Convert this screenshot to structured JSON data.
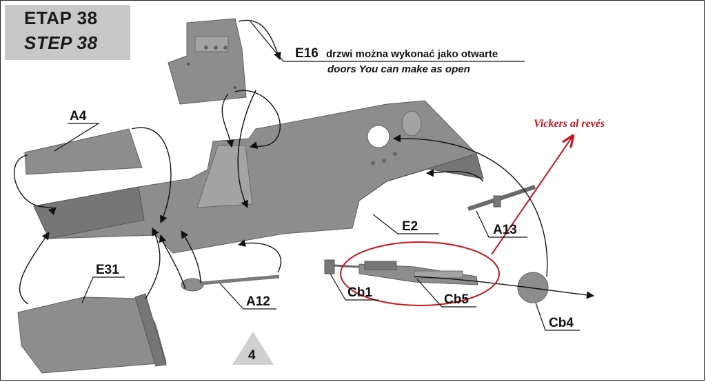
{
  "header": {
    "step_pl": "ETAP 38",
    "step_en": "STEP 38"
  },
  "note": {
    "part": "E16",
    "text_pl": "drzwi można wykonać jako otwarte",
    "text_en": "doors You can make as open"
  },
  "annotation": {
    "text": "Vickers al revés",
    "color": "#c8171d"
  },
  "labels": {
    "a4": "A4",
    "e2": "E2",
    "a13": "A13",
    "e31": "E31",
    "a12": "A12",
    "cb1": "Cb1",
    "cb5": "Cb5",
    "cb4": "Cb4",
    "ref": "4"
  },
  "colors": {
    "part": "#8d8d8d",
    "header_bg": "#c8c8c8",
    "annotation": "#c8171d"
  }
}
